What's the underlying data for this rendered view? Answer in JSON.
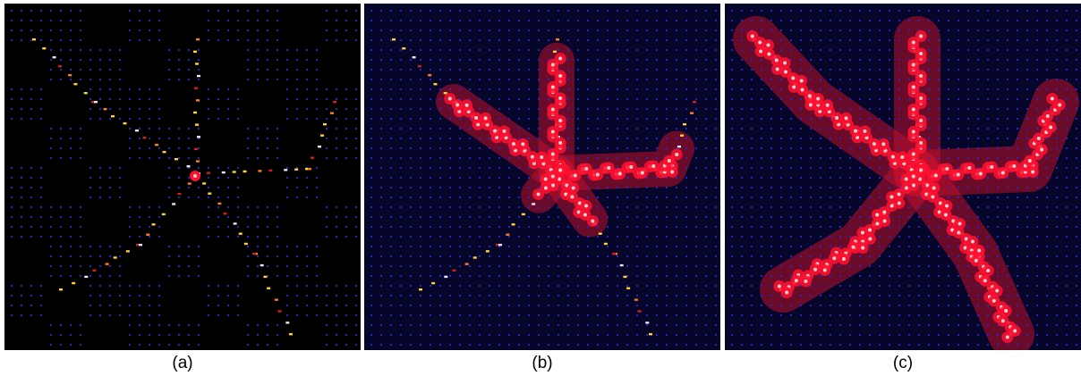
{
  "figure": {
    "panels": [
      {
        "id": "a",
        "caption": "(a)",
        "background": "#000000",
        "grid_mode": "sparse",
        "blob_level": 0
      },
      {
        "id": "b",
        "caption": "(b)",
        "background": "#06062a",
        "grid_mode": "full",
        "blob_level": 1
      },
      {
        "id": "c",
        "caption": "(c)",
        "background": "#06062a",
        "grid_mode": "full",
        "blob_level": 2
      }
    ],
    "colors": {
      "grid_dot": "#2a2ad0",
      "blob_fill": "#c0112a",
      "node_glow": "#ff1030",
      "spark_yellow": "#ffd23a",
      "spark_orange": "#ff7a20",
      "spark_red": "#d02020",
      "spark_white": "#e6e6ff"
    }
  }
}
